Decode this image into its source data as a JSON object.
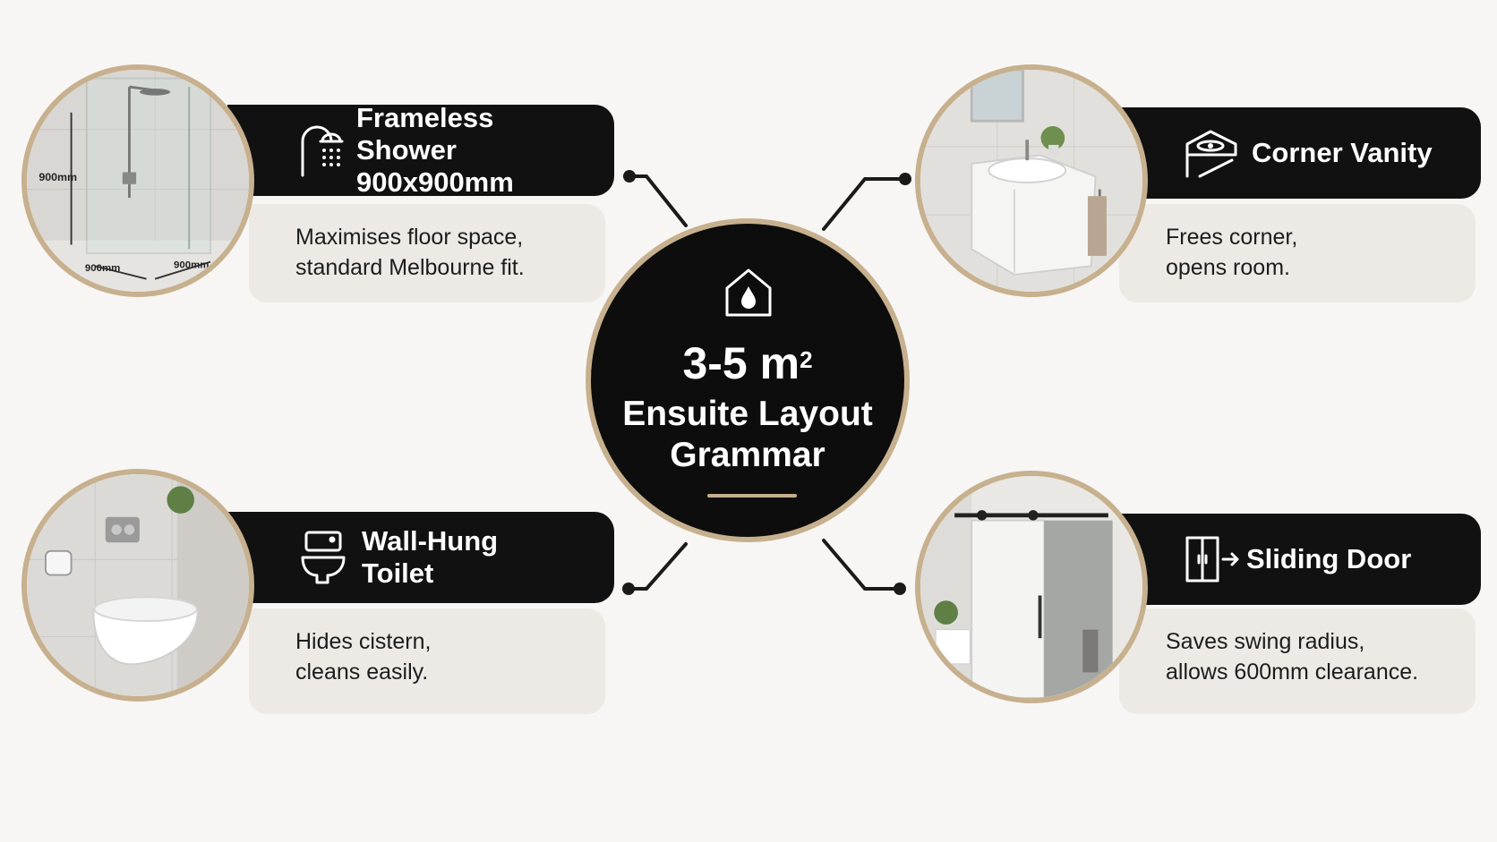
{
  "center": {
    "area": "3-5 m",
    "area_sup": "2",
    "line1": "Ensuite Layout",
    "line2": "Grammar",
    "icon": "house-water-drop-icon"
  },
  "features": [
    {
      "title_line1": "Frameless",
      "title_line2": "Shower 900x900mm",
      "description_line1": "Maximises floor space,",
      "description_line2": "standard Melbourne fit.",
      "icon": "shower-head-icon",
      "photo": "frameless-shower-photo",
      "dimensions": [
        "900mm",
        "900mm",
        "900mm"
      ]
    },
    {
      "title_line1": "Corner Vanity",
      "title_line2": "",
      "description_line1": "Frees corner,",
      "description_line2": "opens room.",
      "icon": "corner-vanity-icon",
      "photo": "corner-vanity-photo"
    },
    {
      "title_line1": "Wall-Hung",
      "title_line2": "Toilet",
      "description_line1": "Hides cistern,",
      "description_line2": "cleans easily.",
      "icon": "toilet-icon",
      "photo": "wall-hung-toilet-photo"
    },
    {
      "title_line1": "Sliding Door",
      "title_line2": "",
      "description_line1": "Saves swing radius,",
      "description_line2": "allows 600mm clearance.",
      "icon": "sliding-door-icon",
      "photo": "sliding-door-photo"
    }
  ],
  "colors": {
    "background": "#f7f6f4",
    "dark": "#111111",
    "accent_gold": "#c7b08e",
    "description_bg": "#edeae5"
  }
}
